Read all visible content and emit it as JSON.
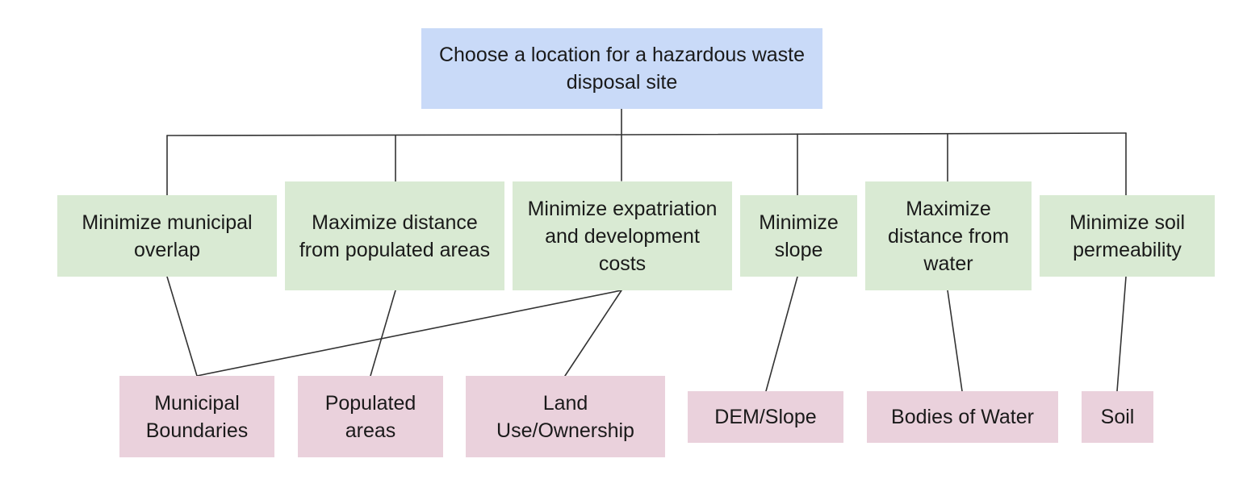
{
  "goal": {
    "label": "Choose a location for a hazardous waste disposal site",
    "color": "#c9daf8"
  },
  "objectives": [
    {
      "label": "Minimize municipal overlap"
    },
    {
      "label": "Maximize distance from populated areas"
    },
    {
      "label": "Minimize expatriation and development costs"
    },
    {
      "label": "Minimize slope"
    },
    {
      "label": "Maximize distance from water"
    },
    {
      "label": "Minimize soil permeability"
    }
  ],
  "objective_color": "#d9ead3",
  "data_layers": [
    {
      "label": "Municipal Boundaries"
    },
    {
      "label": "Populated areas"
    },
    {
      "label": "Land Use/Ownership"
    },
    {
      "label": "DEM/Slope"
    },
    {
      "label": "Bodies of Water"
    },
    {
      "label": "Soil"
    }
  ],
  "data_layer_color": "#ead1dc",
  "edges": [
    {
      "from": "goal",
      "to": "objective-0"
    },
    {
      "from": "goal",
      "to": "objective-1"
    },
    {
      "from": "goal",
      "to": "objective-2"
    },
    {
      "from": "goal",
      "to": "objective-3"
    },
    {
      "from": "goal",
      "to": "objective-4"
    },
    {
      "from": "goal",
      "to": "objective-5"
    },
    {
      "from": "objective-0",
      "to": "data-0"
    },
    {
      "from": "objective-1",
      "to": "data-1"
    },
    {
      "from": "objective-2",
      "to": "data-0"
    },
    {
      "from": "objective-2",
      "to": "data-2"
    },
    {
      "from": "objective-3",
      "to": "data-3"
    },
    {
      "from": "objective-4",
      "to": "data-4"
    },
    {
      "from": "objective-5",
      "to": "data-5"
    }
  ]
}
